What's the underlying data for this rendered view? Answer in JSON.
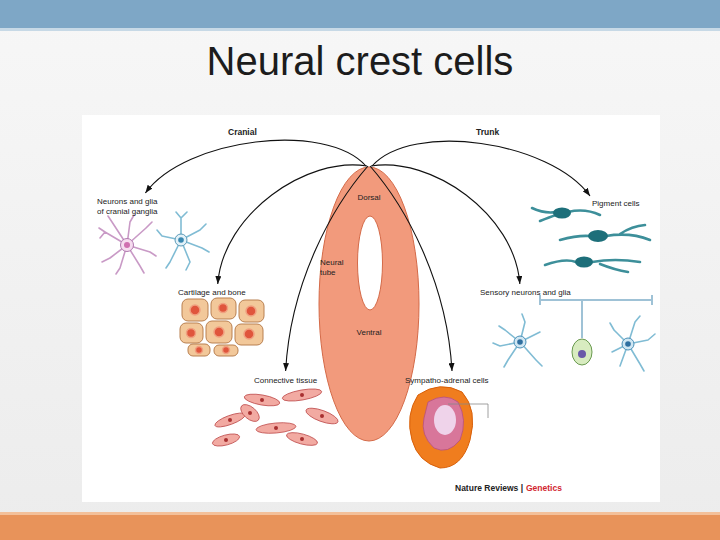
{
  "diagram": {
    "title": "Neural crest cells",
    "nodes": [
      {
        "text": [
          "Dorsal",
          "Neural tube",
          "Ventral"
        ]
      },
      {
        "text": [
          "Neurons and glia of cranial ganglia"
        ]
      },
      {
        "text": [
          "Pigment cells"
        ]
      },
      {
        "text": [
          "Cartilage and bone"
        ]
      },
      {
        "text": [
          "Sensory neurons and glia"
        ]
      },
      {
        "text": [
          "Connective tissue"
        ]
      },
      {
        "text": [
          "Sympatho-adrenal cells"
        ]
      }
    ],
    "edges": [
      {
        "from": 0,
        "to": 1,
        "arrow": "to"
      },
      {
        "from": 0,
        "to": 2,
        "arrow": "to"
      },
      {
        "from": 0,
        "to": 3,
        "arrow": "to"
      },
      {
        "from": 0,
        "to": 4,
        "arrow": "to"
      },
      {
        "from": 0,
        "to": 5,
        "arrow": "to"
      },
      {
        "from": 0,
        "to": 6,
        "arrow": "to"
      }
    ],
    "labels": [
      "Cranial",
      "Trunk",
      "Nature Reviews |",
      "Genetics"
    ]
  }
}
